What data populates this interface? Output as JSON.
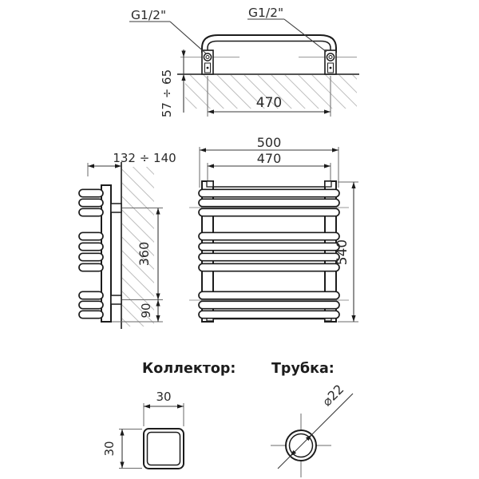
{
  "top_view": {
    "thread_left": "G1/2\"",
    "thread_right": "G1/2\"",
    "wall_offset": "57 ÷ 65",
    "connection_spacing": "470"
  },
  "front_view": {
    "overall_width": "500",
    "connection_spacing": "470",
    "overall_height": "540"
  },
  "side_view": {
    "depth": "132 ÷ 140",
    "bracket_spacing": "360",
    "bracket_bottom_offset": "90"
  },
  "collector_section": {
    "heading": "Коллектор:",
    "width": "30",
    "height": "30"
  },
  "tube_section": {
    "heading": "Трубка:",
    "diameter": "⌀22"
  },
  "colors": {
    "line": "#1c1c1c",
    "extension_line": "#6a6a6a",
    "centerline": "#9a9a9a",
    "hatch": "#bdbdbd",
    "background": "#ffffff"
  }
}
